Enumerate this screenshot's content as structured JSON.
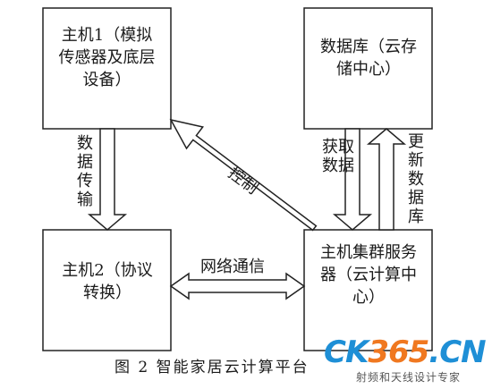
{
  "nodes": {
    "host1": "主机1（模拟传感器及底层设备）",
    "database": "数据库（云存储中心）",
    "host2": "主机2（协议转换）",
    "cluster": "主机集群服务器（云计算中心）"
  },
  "edges": {
    "data_transfer": "数据传输",
    "control": "控制",
    "fetch_data": "获取数据",
    "update_db": "更新数据库",
    "network_comm": "网络通信"
  },
  "caption": "图 2    智能家居云计算平台",
  "watermark": {
    "logo_a": "CK",
    "logo_b": "365",
    "logo_c": ".CN",
    "subtitle": "射频和天线设计专家"
  }
}
